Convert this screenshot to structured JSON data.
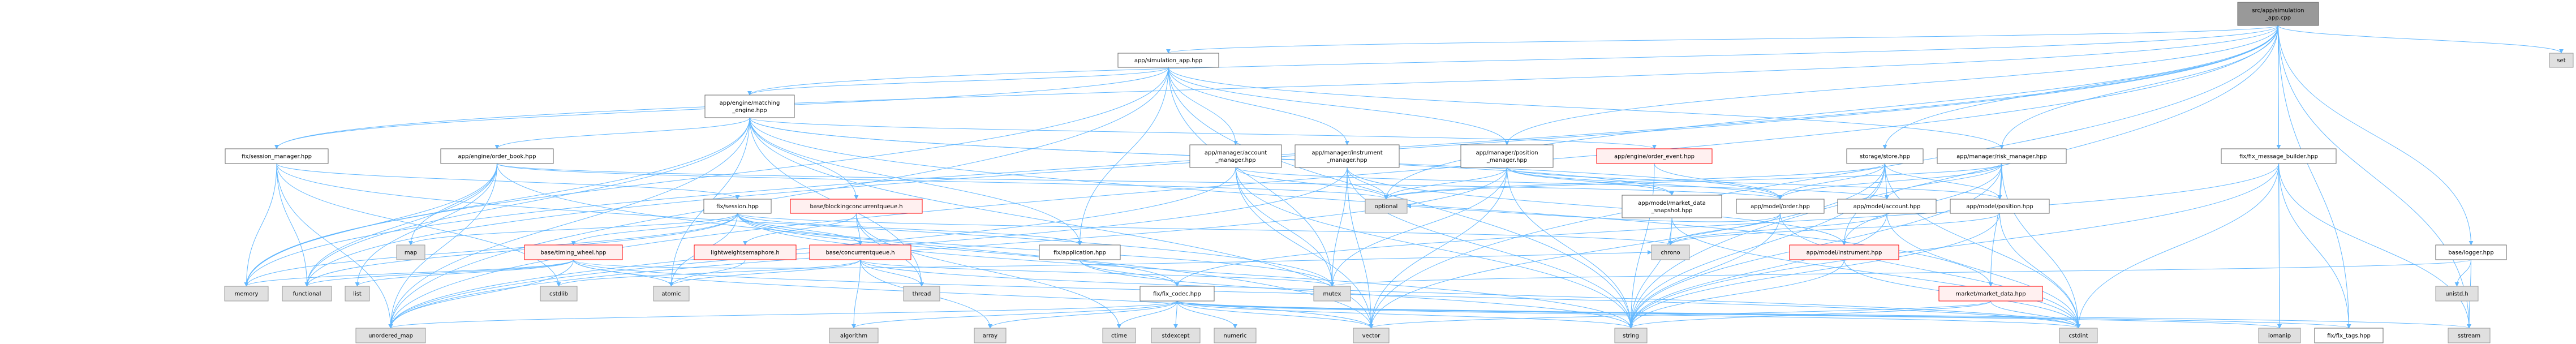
{
  "graph": {
    "title": "src/app/simulation_app.cpp include dependency graph",
    "colors": {
      "edge": "#63b8ff",
      "root_fill": "#999999",
      "node_fill": "#ffffff",
      "system_fill": "#e0e0e0",
      "missing_fill": "#fff0f0",
      "missing_border": "#ff0000"
    },
    "nodes": [
      {
        "id": "root",
        "lines": [
          "src/app/simulation",
          "_app.cpp"
        ],
        "kind": "root"
      },
      {
        "id": "sim_app",
        "lines": [
          "app/simulation_app.hpp"
        ],
        "kind": "file"
      },
      {
        "id": "matching",
        "lines": [
          "app/engine/matching",
          "_engine.hpp"
        ],
        "kind": "file"
      },
      {
        "id": "session_mgr",
        "lines": [
          "fix/session_manager.hpp"
        ],
        "kind": "file"
      },
      {
        "id": "order_book",
        "lines": [
          "app/engine/order_book.hpp"
        ],
        "kind": "file"
      },
      {
        "id": "account_mgr",
        "lines": [
          "app/manager/account",
          "_manager.hpp"
        ],
        "kind": "file"
      },
      {
        "id": "instrument_mgr",
        "lines": [
          "app/manager/instrument",
          "_manager.hpp"
        ],
        "kind": "file"
      },
      {
        "id": "position_mgr",
        "lines": [
          "app/manager/position",
          "_manager.hpp"
        ],
        "kind": "file"
      },
      {
        "id": "order_event",
        "lines": [
          "app/engine/order_event.hpp"
        ],
        "kind": "missing"
      },
      {
        "id": "store",
        "lines": [
          "storage/store.hpp"
        ],
        "kind": "file"
      },
      {
        "id": "risk_mgr",
        "lines": [
          "app/manager/risk_manager.hpp"
        ],
        "kind": "file"
      },
      {
        "id": "fix_builder",
        "lines": [
          "fix/fix_message_builder.hpp"
        ],
        "kind": "file"
      },
      {
        "id": "session",
        "lines": [
          "fix/session.hpp"
        ],
        "kind": "file"
      },
      {
        "id": "blocking_q",
        "lines": [
          "base/blockingconcurrentqueue.h"
        ],
        "kind": "missing"
      },
      {
        "id": "optional",
        "lines": [
          "optional"
        ],
        "kind": "system"
      },
      {
        "id": "mds",
        "lines": [
          "app/model/market_data",
          "_snapshot.hpp"
        ],
        "kind": "file"
      },
      {
        "id": "order",
        "lines": [
          "app/model/order.hpp"
        ],
        "kind": "file"
      },
      {
        "id": "account",
        "lines": [
          "app/model/account.hpp"
        ],
        "kind": "file"
      },
      {
        "id": "position",
        "lines": [
          "app/model/position.hpp"
        ],
        "kind": "file"
      },
      {
        "id": "map",
        "lines": [
          "map"
        ],
        "kind": "system"
      },
      {
        "id": "timing_wheel",
        "lines": [
          "base/timing_wheel.hpp"
        ],
        "kind": "missing"
      },
      {
        "id": "lw_sem",
        "lines": [
          "lightweightsemaphore.h"
        ],
        "kind": "missing"
      },
      {
        "id": "conc_q",
        "lines": [
          "base/concurrentqueue.h"
        ],
        "kind": "missing"
      },
      {
        "id": "fix_app",
        "lines": [
          "fix/application.hpp"
        ],
        "kind": "file"
      },
      {
        "id": "chrono",
        "lines": [
          "chrono"
        ],
        "kind": "system"
      },
      {
        "id": "instrument",
        "lines": [
          "app/model/instrument.hpp"
        ],
        "kind": "missing"
      },
      {
        "id": "logger",
        "lines": [
          "base/logger.hpp"
        ],
        "kind": "file"
      },
      {
        "id": "memory",
        "lines": [
          "memory"
        ],
        "kind": "system"
      },
      {
        "id": "functional",
        "lines": [
          "functional"
        ],
        "kind": "system"
      },
      {
        "id": "list",
        "lines": [
          "list"
        ],
        "kind": "system"
      },
      {
        "id": "cstdlib",
        "lines": [
          "cstdlib"
        ],
        "kind": "system"
      },
      {
        "id": "atomic",
        "lines": [
          "atomic"
        ],
        "kind": "system"
      },
      {
        "id": "thread",
        "lines": [
          "thread"
        ],
        "kind": "system"
      },
      {
        "id": "fix_codec",
        "lines": [
          "fix/fix_codec.hpp"
        ],
        "kind": "file"
      },
      {
        "id": "mutex",
        "lines": [
          "mutex"
        ],
        "kind": "system"
      },
      {
        "id": "market_data",
        "lines": [
          "market/market_data.hpp"
        ],
        "kind": "missing"
      },
      {
        "id": "unistd",
        "lines": [
          "unistd.h"
        ],
        "kind": "system"
      },
      {
        "id": "set",
        "lines": [
          "set"
        ],
        "kind": "system"
      },
      {
        "id": "unordered_map",
        "lines": [
          "unordered_map"
        ],
        "kind": "system"
      },
      {
        "id": "algorithm",
        "lines": [
          "algorithm"
        ],
        "kind": "system"
      },
      {
        "id": "array",
        "lines": [
          "array"
        ],
        "kind": "system"
      },
      {
        "id": "ctime",
        "lines": [
          "ctime"
        ],
        "kind": "system"
      },
      {
        "id": "stdexcept",
        "lines": [
          "stdexcept"
        ],
        "kind": "system"
      },
      {
        "id": "numeric",
        "lines": [
          "numeric"
        ],
        "kind": "system"
      },
      {
        "id": "vector",
        "lines": [
          "vector"
        ],
        "kind": "system"
      },
      {
        "id": "string",
        "lines": [
          "string"
        ],
        "kind": "system"
      },
      {
        "id": "cstdint",
        "lines": [
          "cstdint"
        ],
        "kind": "system"
      },
      {
        "id": "iomanip",
        "lines": [
          "iomanip"
        ],
        "kind": "system"
      },
      {
        "id": "fix_tags",
        "lines": [
          "fix/fix_tags.hpp"
        ],
        "kind": "file"
      },
      {
        "id": "sstream",
        "lines": [
          "sstream"
        ],
        "kind": "system"
      }
    ],
    "edges": [
      [
        "root",
        "sim_app"
      ],
      [
        "root",
        "matching"
      ],
      [
        "root",
        "session_mgr"
      ],
      [
        "root",
        "fix_builder"
      ],
      [
        "root",
        "logger"
      ],
      [
        "root",
        "set"
      ],
      [
        "root",
        "sstream"
      ],
      [
        "root",
        "fix_tags"
      ],
      [
        "root",
        "iomanip"
      ],
      [
        "root",
        "store"
      ],
      [
        "root",
        "risk_mgr"
      ],
      [
        "root",
        "position_mgr"
      ],
      [
        "root",
        "optional"
      ],
      [
        "root",
        "unordered_map"
      ],
      [
        "root",
        "memory"
      ],
      [
        "root",
        "functional"
      ],
      [
        "root",
        "string"
      ],
      [
        "root",
        "vector"
      ],
      [
        "sim_app",
        "matching"
      ],
      [
        "sim_app",
        "account_mgr"
      ],
      [
        "sim_app",
        "instrument_mgr"
      ],
      [
        "sim_app",
        "position_mgr"
      ],
      [
        "sim_app",
        "risk_mgr"
      ],
      [
        "sim_app",
        "fix_app"
      ],
      [
        "sim_app",
        "session_mgr"
      ],
      [
        "sim_app",
        "mutex"
      ],
      [
        "sim_app",
        "memory"
      ],
      [
        "sim_app",
        "unordered_map"
      ],
      [
        "sim_app",
        "string"
      ],
      [
        "matching",
        "order_book"
      ],
      [
        "matching",
        "blocking_q"
      ],
      [
        "matching",
        "thread"
      ],
      [
        "matching",
        "order_event"
      ],
      [
        "matching",
        "order"
      ],
      [
        "matching",
        "market_data"
      ],
      [
        "matching",
        "memory"
      ],
      [
        "matching",
        "functional"
      ],
      [
        "matching",
        "unordered_map"
      ],
      [
        "matching",
        "fix_app"
      ],
      [
        "matching",
        "atomic"
      ],
      [
        "matching",
        "vector"
      ],
      [
        "matching",
        "mds"
      ],
      [
        "order_book",
        "order"
      ],
      [
        "order_book",
        "map"
      ],
      [
        "order_book",
        "list"
      ],
      [
        "order_book",
        "unordered_map"
      ],
      [
        "order_book",
        "functional"
      ],
      [
        "order_book",
        "memory"
      ],
      [
        "order_book",
        "vector"
      ],
      [
        "order_book",
        "optional"
      ],
      [
        "session_mgr",
        "session"
      ],
      [
        "session_mgr",
        "memory"
      ],
      [
        "session_mgr",
        "functional"
      ],
      [
        "session_mgr",
        "unordered_map"
      ],
      [
        "session_mgr",
        "mutex"
      ],
      [
        "session_mgr",
        "cstdlib"
      ],
      [
        "session",
        "timing_wheel"
      ],
      [
        "session",
        "conc_q"
      ],
      [
        "session",
        "fix_app"
      ],
      [
        "session",
        "fix_codec"
      ],
      [
        "session",
        "atomic"
      ],
      [
        "session",
        "mutex"
      ],
      [
        "session",
        "chrono"
      ],
      [
        "session",
        "memory"
      ],
      [
        "session",
        "functional"
      ],
      [
        "session",
        "string"
      ],
      [
        "session",
        "map"
      ],
      [
        "timing_wheel",
        "list"
      ],
      [
        "timing_wheel",
        "functional"
      ],
      [
        "timing_wheel",
        "memory"
      ],
      [
        "timing_wheel",
        "unordered_map"
      ],
      [
        "timing_wheel",
        "atomic"
      ],
      [
        "timing_wheel",
        "vector"
      ],
      [
        "timing_wheel",
        "cstdint"
      ],
      [
        "timing_wheel",
        "chrono"
      ],
      [
        "blocking_q",
        "lw_sem"
      ],
      [
        "blocking_q",
        "conc_q"
      ],
      [
        "blocking_q",
        "ctime"
      ],
      [
        "blocking_q",
        "thread"
      ],
      [
        "lw_sem",
        "atomic"
      ],
      [
        "conc_q",
        "algorithm"
      ],
      [
        "conc_q",
        "array"
      ],
      [
        "conc_q",
        "atomic"
      ],
      [
        "conc_q",
        "thread"
      ],
      [
        "conc_q",
        "cstdint"
      ],
      [
        "conc_q",
        "mutex"
      ],
      [
        "conc_q",
        "cstdlib"
      ],
      [
        "fix_app",
        "fix_codec"
      ],
      [
        "fix_app",
        "string"
      ],
      [
        "fix_codec",
        "string"
      ],
      [
        "fix_codec",
        "vector"
      ],
      [
        "fix_codec",
        "unordered_map"
      ],
      [
        "fix_codec",
        "cstdint"
      ],
      [
        "fix_codec",
        "ctime"
      ],
      [
        "fix_codec",
        "stdexcept"
      ],
      [
        "fix_codec",
        "numeric"
      ],
      [
        "fix_codec",
        "algorithm"
      ],
      [
        "fix_codec",
        "array"
      ],
      [
        "fix_codec",
        "sstream"
      ],
      [
        "fix_codec",
        "iomanip"
      ],
      [
        "fix_codec",
        "fix_tags"
      ],
      [
        "account_mgr",
        "account"
      ],
      [
        "account_mgr",
        "mutex"
      ],
      [
        "account_mgr",
        "optional"
      ],
      [
        "account_mgr",
        "unordered_map"
      ],
      [
        "account_mgr",
        "string"
      ],
      [
        "account_mgr",
        "vector"
      ],
      [
        "instrument_mgr",
        "instrument"
      ],
      [
        "instrument_mgr",
        "mutex"
      ],
      [
        "instrument_mgr",
        "optional"
      ],
      [
        "instrument_mgr",
        "unordered_map"
      ],
      [
        "instrument_mgr",
        "string"
      ],
      [
        "instrument_mgr",
        "vector"
      ],
      [
        "position_mgr",
        "position"
      ],
      [
        "position_mgr",
        "mds"
      ],
      [
        "position_mgr",
        "order"
      ],
      [
        "position_mgr",
        "mutex"
      ],
      [
        "position_mgr",
        "optional"
      ],
      [
        "position_mgr",
        "unordered_map"
      ],
      [
        "position_mgr",
        "vector"
      ],
      [
        "position_mgr",
        "string"
      ],
      [
        "order_event",
        "order"
      ],
      [
        "order_event",
        "string"
      ],
      [
        "store",
        "order"
      ],
      [
        "store",
        "account"
      ],
      [
        "store",
        "position"
      ],
      [
        "store",
        "instrument"
      ],
      [
        "store",
        "vector"
      ],
      [
        "store",
        "string"
      ],
      [
        "store",
        "optional"
      ],
      [
        "store",
        "cstdint"
      ],
      [
        "risk_mgr",
        "order"
      ],
      [
        "risk_mgr",
        "account"
      ],
      [
        "risk_mgr",
        "position"
      ],
      [
        "risk_mgr",
        "instrument"
      ],
      [
        "risk_mgr",
        "market_data"
      ],
      [
        "risk_mgr",
        "string"
      ],
      [
        "risk_mgr",
        "cstdint"
      ],
      [
        "risk_mgr",
        "optional"
      ],
      [
        "mds",
        "chrono"
      ],
      [
        "mds",
        "string"
      ],
      [
        "mds",
        "cstdint"
      ],
      [
        "order",
        "chrono"
      ],
      [
        "order",
        "string"
      ],
      [
        "order",
        "cstdint"
      ],
      [
        "order",
        "optional"
      ],
      [
        "account",
        "chrono"
      ],
      [
        "account",
        "string"
      ],
      [
        "account",
        "cstdint"
      ],
      [
        "position",
        "chrono"
      ],
      [
        "position",
        "string"
      ],
      [
        "position",
        "cstdint"
      ],
      [
        "instrument",
        "string"
      ],
      [
        "instrument",
        "cstdint"
      ],
      [
        "market_data",
        "string"
      ],
      [
        "market_data",
        "cstdint"
      ],
      [
        "market_data",
        "vector"
      ],
      [
        "fix_builder",
        "fix_codec"
      ],
      [
        "fix_builder",
        "fix_tags"
      ],
      [
        "fix_builder",
        "iomanip"
      ],
      [
        "fix_builder",
        "sstream"
      ],
      [
        "fix_builder",
        "cstdint"
      ],
      [
        "fix_builder",
        "string"
      ],
      [
        "logger",
        "unistd"
      ],
      [
        "logger",
        "sstream"
      ],
      [
        "logger",
        "mutex"
      ]
    ]
  }
}
